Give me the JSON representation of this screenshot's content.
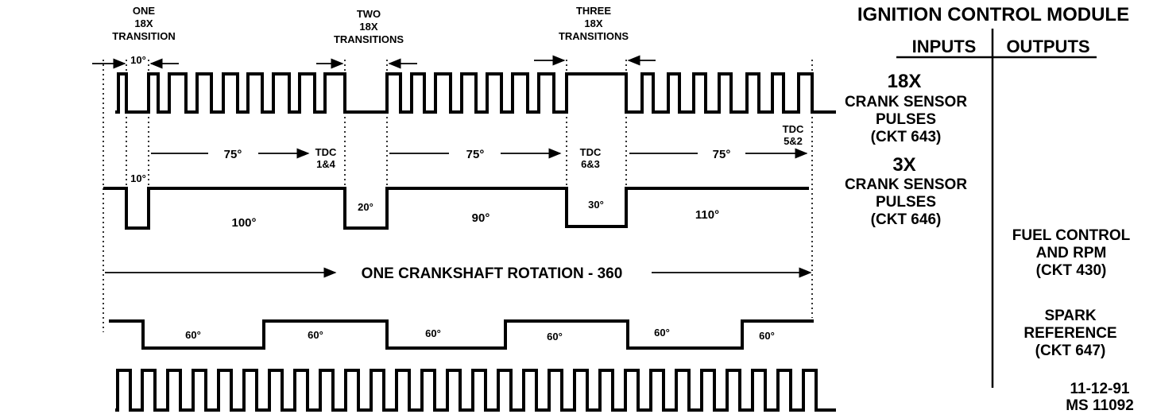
{
  "title": "IGNITION CONTROL MODULE",
  "columns": {
    "inputs": "INPUTS",
    "outputs": "OUTPUTS"
  },
  "signals": {
    "s18x": {
      "heading": "18X",
      "lines": [
        "CRANK SENSOR",
        "PULSES",
        "(CKT 643)"
      ]
    },
    "s3x": {
      "heading": "3X",
      "lines": [
        "CRANK SENSOR",
        "PULSES",
        "(CKT 646)"
      ]
    },
    "fuel": {
      "lines": [
        "FUEL CONTROL",
        "AND RPM",
        "(CKT 430)"
      ]
    },
    "spark": {
      "lines": [
        "SPARK",
        "REFERENCE",
        "(CKT 647)"
      ]
    }
  },
  "transitions": [
    {
      "lines": [
        "ONE",
        "18X",
        "TRANSITION"
      ]
    },
    {
      "lines": [
        "TWO",
        "18X",
        "TRANSITIONS"
      ]
    },
    {
      "lines": [
        "THREE",
        "18X",
        "TRANSITIONS"
      ]
    }
  ],
  "ten_deg_top": "10°",
  "tdc": [
    {
      "lines": [
        "TDC",
        "1&4"
      ]
    },
    {
      "lines": [
        "TDC",
        "6&3"
      ]
    },
    {
      "lines": [
        "TDC",
        "5&2"
      ]
    }
  ],
  "deg75": [
    "75°",
    "75°",
    "75°"
  ],
  "deg3x_notch": [
    "10°",
    "20°",
    "30°"
  ],
  "deg3x_gap": [
    "100°",
    "90°",
    "110°"
  ],
  "rotation": "ONE CRANKSHAFT ROTATION - 360",
  "deg60": [
    "60°",
    "60°",
    "60°",
    "60°",
    "60°",
    "60°"
  ],
  "footer": {
    "date": "11-12-91",
    "code": "MS 11092"
  }
}
